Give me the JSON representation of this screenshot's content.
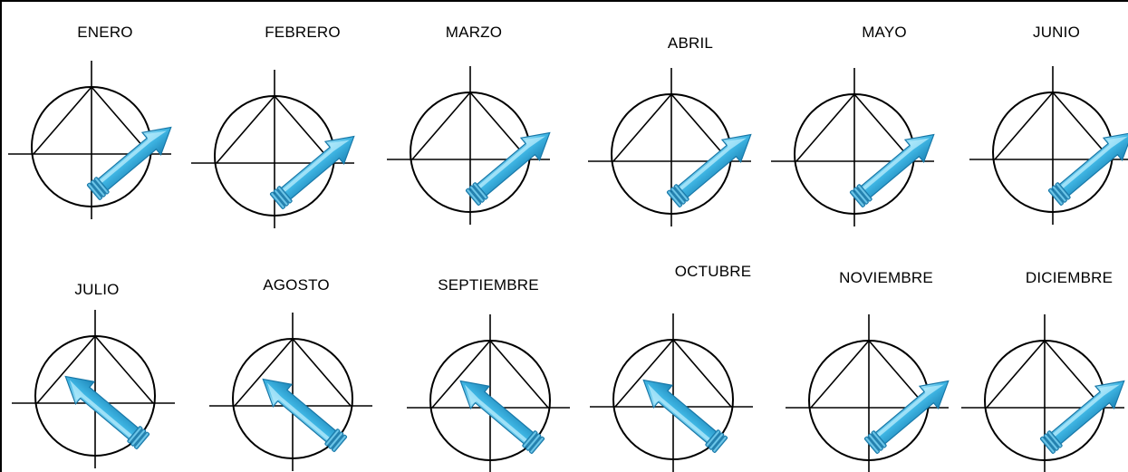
{
  "months": [
    {
      "name": "ENERO",
      "arrow": "northeast"
    },
    {
      "name": "FEBRERO",
      "arrow": "northeast"
    },
    {
      "name": "MARZO",
      "arrow": "northeast"
    },
    {
      "name": "ABRIL",
      "arrow": "northeast"
    },
    {
      "name": "MAYO",
      "arrow": "northeast"
    },
    {
      "name": "JUNIO",
      "arrow": "northeast"
    },
    {
      "name": "JULIO",
      "arrow": "northwest"
    },
    {
      "name": "AGOSTO",
      "arrow": "northwest"
    },
    {
      "name": "SEPTIEMBRE",
      "arrow": "northwest"
    },
    {
      "name": "OCTUBRE",
      "arrow": "northwest"
    },
    {
      "name": "NOVIEMBRE",
      "arrow": "northeast"
    },
    {
      "name": "DICIEMBRE",
      "arrow": "northeast"
    }
  ],
  "colors": {
    "arrow_fill": "#3fb6e4",
    "arrow_light": "#8fdcf6",
    "arrow_dark": "#1a7fb0",
    "lines": "#000000"
  }
}
